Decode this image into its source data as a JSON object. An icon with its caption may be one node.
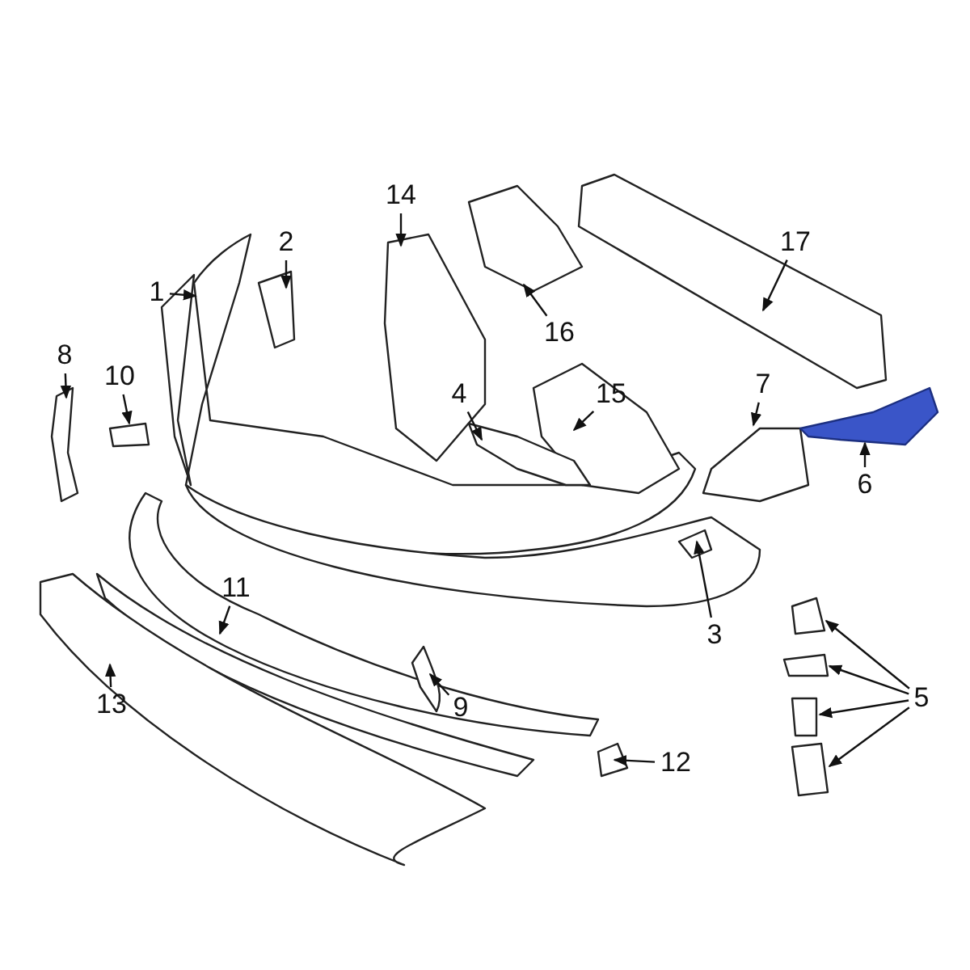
{
  "diagram": {
    "nodes": [
      {
        "text": [
          "14"
        ]
      },
      {
        "text": [
          "2"
        ]
      },
      {
        "text": [
          "17"
        ]
      },
      {
        "text": [
          "1"
        ]
      },
      {
        "text": [
          "16"
        ]
      },
      {
        "text": [
          "8"
        ]
      },
      {
        "text": [
          "10"
        ]
      },
      {
        "text": [
          "15"
        ]
      },
      {
        "text": [
          "4"
        ]
      },
      {
        "text": [
          "7"
        ]
      },
      {
        "text": [
          "6"
        ]
      },
      {
        "text": [
          "3"
        ]
      },
      {
        "text": [
          "11"
        ]
      },
      {
        "text": [
          "5"
        ]
      },
      {
        "text": [
          "13"
        ]
      },
      {
        "text": [
          "9"
        ]
      },
      {
        "text": [
          "12"
        ]
      }
    ],
    "edges": [
      {
        "from": 0,
        "to": null,
        "arrow": "to"
      },
      {
        "from": 1,
        "to": null,
        "arrow": "to"
      },
      {
        "from": 2,
        "to": null,
        "arrow": "to"
      },
      {
        "from": 3,
        "to": null,
        "arrow": "to"
      },
      {
        "from": 4,
        "to": null,
        "arrow": "to"
      },
      {
        "from": 5,
        "to": null,
        "arrow": "to"
      },
      {
        "from": 6,
        "to": null,
        "arrow": "to"
      },
      {
        "from": 7,
        "to": null,
        "arrow": "to"
      },
      {
        "from": 8,
        "to": null,
        "arrow": "to"
      },
      {
        "from": 9,
        "to": null,
        "arrow": "to"
      },
      {
        "from": 10,
        "to": null,
        "arrow": "to"
      },
      {
        "from": 11,
        "to": null,
        "arrow": "to"
      },
      {
        "from": 12,
        "to": null,
        "arrow": "to"
      },
      {
        "from": 13,
        "to": null,
        "arrow": "to"
      },
      {
        "from": 13,
        "to": null,
        "arrow": "to"
      },
      {
        "from": 13,
        "to": null,
        "arrow": "to"
      },
      {
        "from": 13,
        "to": null,
        "arrow": "to"
      },
      {
        "from": 14,
        "to": null,
        "arrow": "to"
      },
      {
        "from": 15,
        "to": null,
        "arrow": "to"
      },
      {
        "from": 16,
        "to": null,
        "arrow": "to"
      }
    ]
  }
}
